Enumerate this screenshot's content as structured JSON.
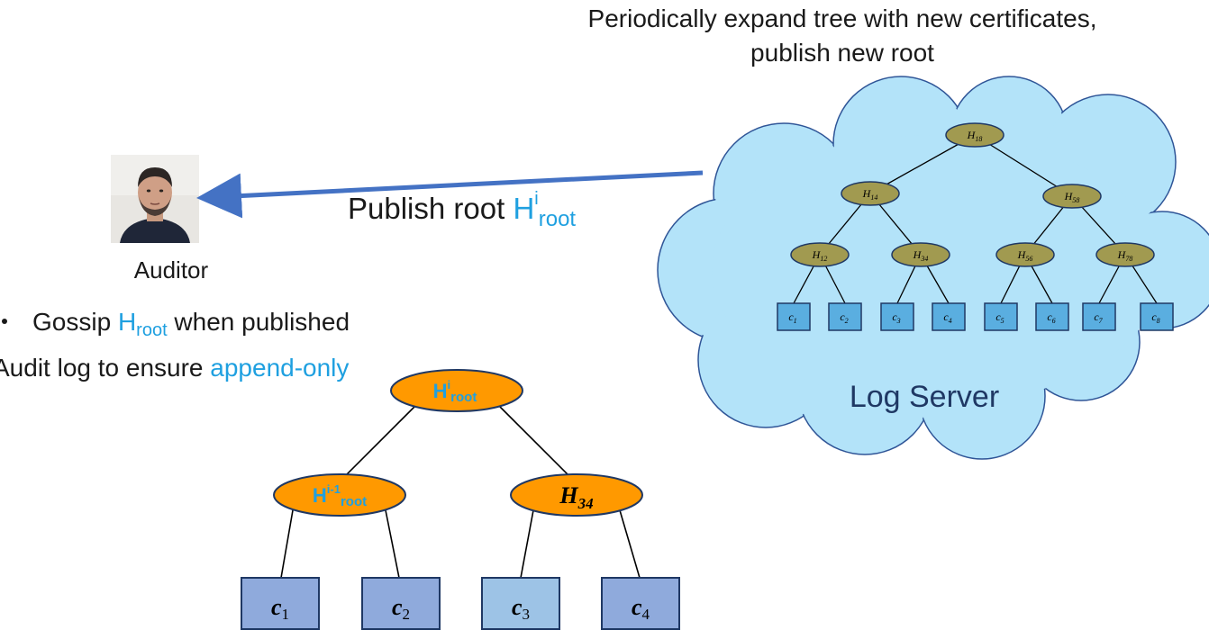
{
  "caption": {
    "line1": "Periodically expand tree with new certificates,",
    "line2": "publish new root"
  },
  "auditor": {
    "label": "Auditor"
  },
  "publish_arrow": {
    "text": "Publish root ",
    "h": "H",
    "sup": "i",
    "sub": "root"
  },
  "bullets": [
    {
      "pre": "Gossip ",
      "h": "H",
      "sub": "root",
      "post": " when published"
    },
    {
      "pre": "Audit log to ensure ",
      "highlight": "append-only"
    }
  ],
  "log_server": {
    "label": "Log Server",
    "nodes": [
      {
        "base": "H",
        "sub": "18"
      },
      {
        "base": "H",
        "sub": "14"
      },
      {
        "base": "H",
        "sub": "58"
      },
      {
        "base": "H",
        "sub": "12"
      },
      {
        "base": "H",
        "sub": "34"
      },
      {
        "base": "H",
        "sub": "56"
      },
      {
        "base": "H",
        "sub": "78"
      }
    ],
    "leaves": [
      {
        "base": "c",
        "sub": "1"
      },
      {
        "base": "c",
        "sub": "2"
      },
      {
        "base": "c",
        "sub": "3"
      },
      {
        "base": "c",
        "sub": "4"
      },
      {
        "base": "c",
        "sub": "5"
      },
      {
        "base": "c",
        "sub": "6"
      },
      {
        "base": "c",
        "sub": "7"
      },
      {
        "base": "c",
        "sub": "8"
      }
    ]
  },
  "proof_tree": {
    "root": {
      "base": "H",
      "sup": "i",
      "sub": "root"
    },
    "left": {
      "base": "H",
      "sup": "i-1",
      "sub": "root"
    },
    "right": {
      "base": "H",
      "sub": "34"
    },
    "leaves": [
      {
        "base": "c",
        "sub": "1"
      },
      {
        "base": "c",
        "sub": "2"
      },
      {
        "base": "c",
        "sub": "3"
      },
      {
        "base": "c",
        "sub": "4"
      }
    ]
  },
  "colors": {
    "arrow": "#4472c4",
    "cloud_fill": "#b3e3f9",
    "cloud_stroke": "#2f5597",
    "small_node_fill": "#a19a50",
    "small_leaf_fill": "#5aaee0",
    "orange_node": "#ff9900",
    "highlight": "#1fa0e0",
    "leaf_dark": "#8faadc",
    "leaf_light": "#9dc3e6"
  }
}
